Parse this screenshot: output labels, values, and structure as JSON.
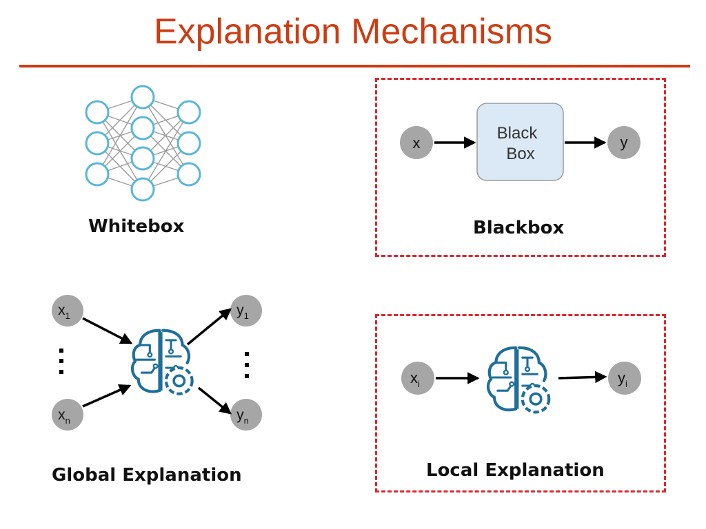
{
  "title": "Explanation Mechanisms",
  "panels": {
    "whitebox": {
      "label": "Whitebox"
    },
    "blackbox": {
      "label": "Blackbox",
      "input": "x",
      "output": "y",
      "box_line1": "Black",
      "box_line2": "Box"
    },
    "global": {
      "label": "Global Explanation",
      "input_first": "x",
      "input_first_sub": "1",
      "input_last": "x",
      "input_last_sub": "n",
      "output_first": "y",
      "output_first_sub": "1",
      "output_last": "y",
      "output_last_sub": "n"
    },
    "local": {
      "label": "Local Explanation",
      "input": "x",
      "input_sub": "i",
      "output": "y",
      "output_sub": "i"
    }
  },
  "colors": {
    "title": "#cc3d14",
    "frame": "#e0242a",
    "node_fill": "#a6a6a6",
    "nn_stroke": "#58b6d8",
    "brain_stroke": "#1e6f99",
    "blackbox_fill": "#dbe8f5"
  },
  "icons": [
    "neural-network-icon",
    "brain-gear-icon",
    "arrow-icon"
  ]
}
